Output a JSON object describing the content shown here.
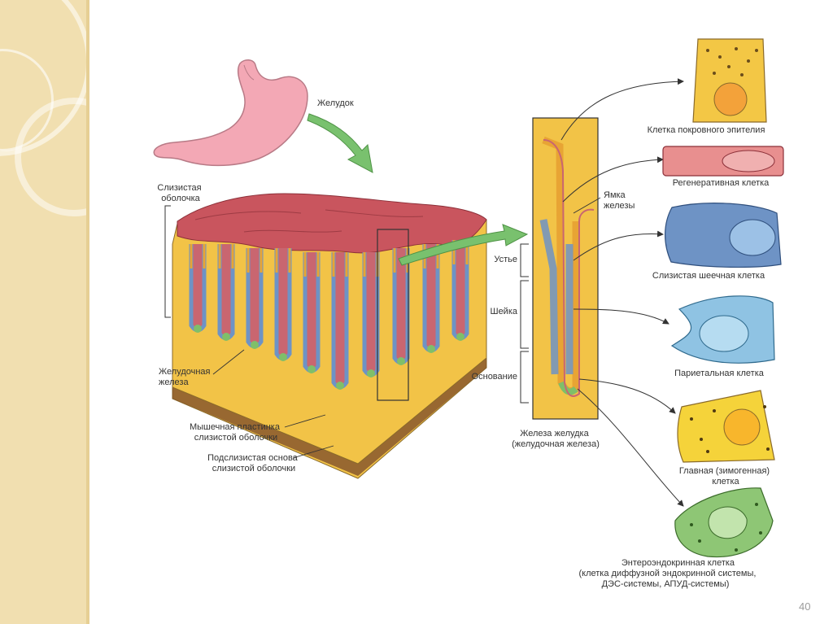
{
  "labels": {
    "stomach": "Желудок",
    "mucosa": [
      "Слизистая",
      "оболочка"
    ],
    "gastric_gland": [
      "Желудочная",
      "железа"
    ],
    "muscular_lamina": [
      "Мышечная пластинка",
      "слизистой оболочки"
    ],
    "submucosa": [
      "Подслизистая основа",
      "слизистой оболочки"
    ],
    "gland_pit": [
      "Ямка",
      "железы"
    ],
    "mouth": "Устье",
    "neck": "Шейка",
    "base": "Основание",
    "gland_caption": [
      "Железа желудка",
      "(желудочная железа)"
    ]
  },
  "cells": {
    "surface_epithelium": "Клетка покровного эпителия",
    "regenerative": "Регенеративная клетка",
    "mucous_neck": "Слизистая шеечная клетка",
    "parietal": "Париетальная клетка",
    "chief": [
      "Главная (зимогенная)",
      "клетка"
    ],
    "enteroendocrine": [
      "Энтероэндокринная клетка",
      "(клетка диффузной эндокринной системы,",
      "ДЭС-системы, АПУД-системы)"
    ]
  },
  "colors": {
    "tissue": "#f2c347",
    "mucosa_surface": "#c9555e",
    "stomach": "#f3a8b5",
    "mucous_cell": "#6e93c5",
    "parietal_cell": "#8fc3e3",
    "chief_cell": "#f5d33a",
    "enteroendocrine_cell": "#8ec675",
    "arrow": "#79c16e"
  },
  "page_number": "40"
}
